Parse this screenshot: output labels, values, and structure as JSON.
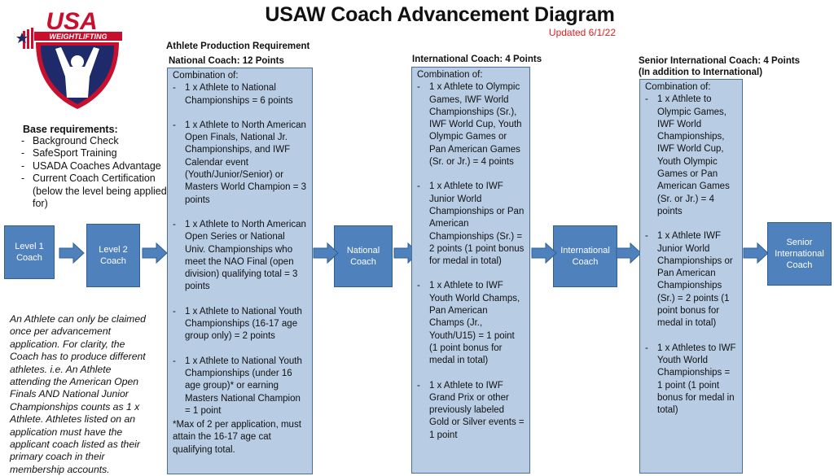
{
  "title": "USAW Coach Advancement Diagram",
  "updated": "Updated 6/1/22",
  "logo": {
    "line1": "USA",
    "line2": "WEIGHTLIFTING"
  },
  "base": {
    "title": "Base requirements:",
    "items": [
      "Background Check",
      "SafeSport Training",
      "USADA Coaches Advantage",
      "Current Coach Certification (below the level being applied for)"
    ]
  },
  "note": "An Athlete can only be claimed once per advancement application. For clarity, the Coach has to produce different athletes. i.e. An Athlete attending the American Open Finals AND National Junior Championships counts as 1 x Athlete. Athletes listed on an application must have the applicant coach listed as their primary coach in their membership accounts.",
  "nodes": {
    "level1": "Level 1 Coach",
    "level2": "Level 2 Coach",
    "national": "National Coach",
    "international": "International Coach",
    "senior": "Senior International Coach"
  },
  "national_panel": {
    "header1": "Athlete Production Requirement",
    "header2": "National Coach: 12 Points",
    "intro": "Combination of:",
    "items": [
      "1 x Athlete to National Championships = 6 points",
      "1 x Athlete to North American Open Finals, National Jr. Championships, and IWF Calendar event (Youth/Junior/Senior) or Masters World Champion = 3 points",
      "1 x Athlete to North American Open Series or National Univ. Championships who meet the NAO Final (open division) qualifying total = 3 points",
      "1 x Athlete to National Youth Championships (16-17 age group only) = 2 points",
      "1 x Athlete to National Youth Championships (under 16 age group)* or earning Masters National Champion = 1 point"
    ],
    "footnote": "*Max of 2 per application, must attain the 16-17 age cat qualifying total."
  },
  "international_panel": {
    "header": "International Coach: 4 Points",
    "intro": "Combination of:",
    "items": [
      "1 x Athlete to Olympic Games, IWF World Championships (Sr.), IWF World Cup, Youth Olympic Games or Pan American Games (Sr. or Jr.) = 4 points",
      "1 x Athlete to IWF Junior World Championships or Pan American Championships (Sr.) = 2 points (1 point bonus for medal in total)",
      "1 x Athlete to IWF Youth World Champs, Pan American Champs (Jr., Youth/U15) = 1 point (1 point bonus for medal in total)",
      "1 x Athlete to IWF Grand Prix or other previously labeled Gold or Silver events = 1 point"
    ]
  },
  "senior_panel": {
    "header1": "Senior International Coach: 4 Points",
    "header2": "(In addition to International)",
    "intro": "Combination of:",
    "items": [
      "1 x Athlete to Olympic Games, IWF World Championships, IWF World Cup, Youth Olympic Games or Pan American Games (Sr. or Jr.) = 4 points",
      "1 x Athlete IWF Junior World Championships or Pan American Championships (Sr.) = 2 points (1 point bonus for medal in total)",
      "1 x Athletes to IWF Youth World Championships = 1 point (1 point bonus for medal in total)"
    ]
  },
  "colors": {
    "node_fill": "#4f81bd",
    "panel_fill": "#b8cce4",
    "updated": "#e02020",
    "logo_red": "#c8102e",
    "logo_navy": "#1f2a6b"
  }
}
